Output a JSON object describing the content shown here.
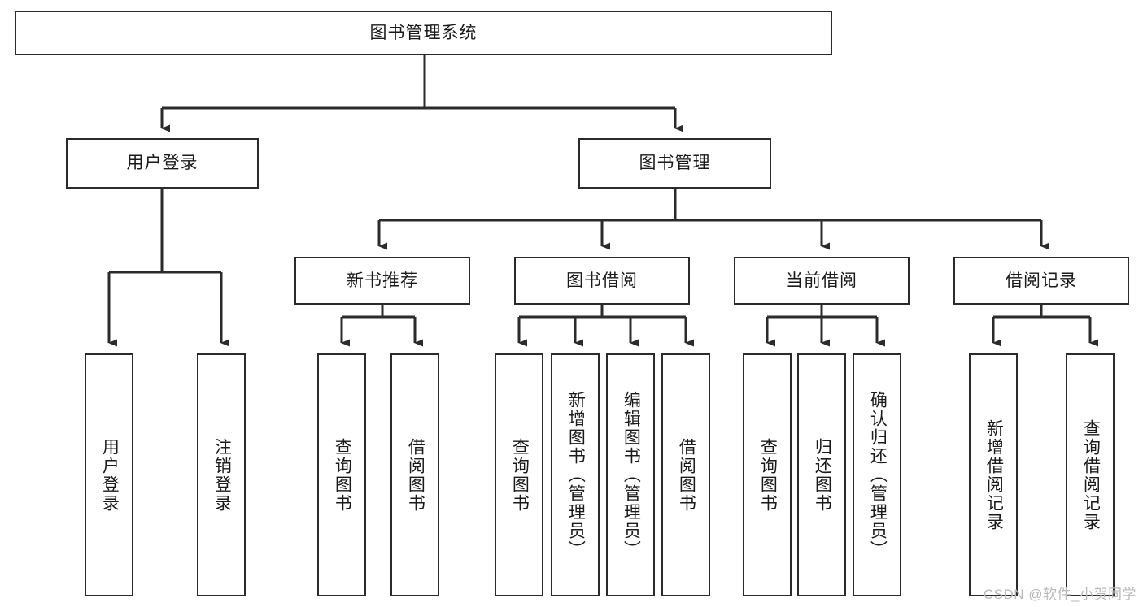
{
  "diagram": {
    "title": "图书管理系统",
    "type": "tree-hierarchy",
    "watermark": "CSDN @软件_小贺同学",
    "colors": {
      "stroke": "#2b2b2b",
      "fill": "#ffffff",
      "text": "#1a1a1a",
      "watermark": "#b9b9b9"
    },
    "nodes": {
      "root": {
        "label": "图书管理系统"
      },
      "level2": [
        {
          "id": "user-login",
          "label": "用户登录"
        },
        {
          "id": "book-manage",
          "label": "图书管理"
        }
      ],
      "level3": [
        {
          "id": "new-book-recommend",
          "label": "新书推荐"
        },
        {
          "id": "book-borrow",
          "label": "图书借阅"
        },
        {
          "id": "current-borrow",
          "label": "当前借阅"
        },
        {
          "id": "borrow-record",
          "label": "借阅记录"
        }
      ],
      "leaves": {
        "user-login": [
          {
            "id": "leaf-user-login",
            "label": "用户登录"
          },
          {
            "id": "leaf-logout-login",
            "label": "注销登录"
          }
        ],
        "new-book-recommend": [
          {
            "id": "leaf-query-book-1",
            "label": "查询图书"
          },
          {
            "id": "leaf-borrow-book-1",
            "label": "借阅图书"
          }
        ],
        "book-borrow": [
          {
            "id": "leaf-query-book-2",
            "label": "查询图书"
          },
          {
            "id": "leaf-add-book",
            "label": "新增图书（管理员）"
          },
          {
            "id": "leaf-edit-book",
            "label": "编辑图书（管理员）"
          },
          {
            "id": "leaf-borrow-book-2",
            "label": "借阅图书"
          }
        ],
        "current-borrow": [
          {
            "id": "leaf-query-book-3",
            "label": "查询图书"
          },
          {
            "id": "leaf-return-book",
            "label": "归还图书"
          },
          {
            "id": "leaf-confirm-return",
            "label": "确认归还（管理员）"
          }
        ],
        "borrow-record": [
          {
            "id": "leaf-add-record",
            "label": "新增借阅记录"
          },
          {
            "id": "leaf-query-record",
            "label": "查询借阅记录"
          }
        ]
      }
    }
  }
}
